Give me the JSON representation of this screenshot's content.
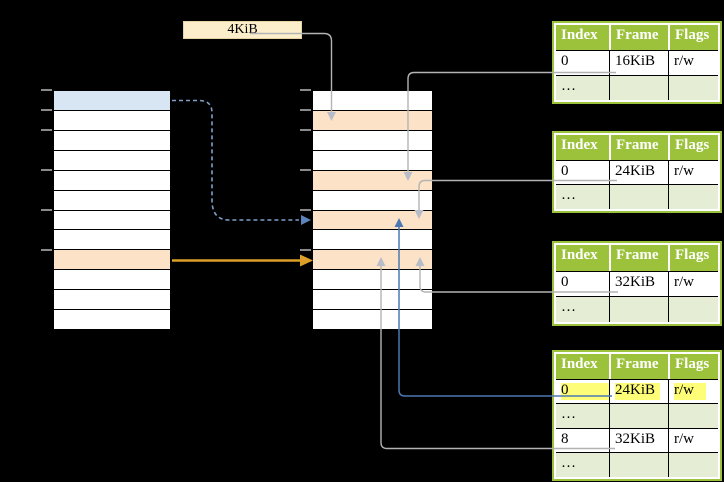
{
  "diagram": {
    "frame_size_label": "4KiB",
    "colors": {
      "background": "#000000",
      "virtual_page_blue": "#d8e5f3",
      "page_table_frame_orange": "#fce3c7",
      "frame_label_cream": "#fdeecb",
      "table_header_green": "#9cc23c",
      "table_ellipsis_row_green": "#e5eed5",
      "highlight_yellow": "#fdfd78",
      "connector_gray": "#b3b3b3",
      "connector_blue": "#4d79b3",
      "connector_dashed_blue": "#7f9fca",
      "connector_orange": "#dd9f27"
    },
    "virtual_memory": {
      "rows": [
        {
          "fill": "blue"
        },
        {
          "fill": "white"
        },
        {
          "fill": "white"
        },
        {
          "fill": "white"
        },
        {
          "fill": "white"
        },
        {
          "fill": "white"
        },
        {
          "fill": "white"
        },
        {
          "fill": "white"
        },
        {
          "fill": "orange"
        },
        {
          "fill": "white"
        },
        {
          "fill": "white"
        },
        {
          "fill": "white"
        }
      ],
      "tick_rows": [
        0,
        1,
        2,
        4,
        6,
        8
      ]
    },
    "physical_memory": {
      "rows": [
        {
          "fill": "white"
        },
        {
          "fill": "orange"
        },
        {
          "fill": "white"
        },
        {
          "fill": "white"
        },
        {
          "fill": "orange"
        },
        {
          "fill": "white"
        },
        {
          "fill": "orange"
        },
        {
          "fill": "white"
        },
        {
          "fill": "orange"
        },
        {
          "fill": "white"
        },
        {
          "fill": "white"
        },
        {
          "fill": "white"
        }
      ],
      "tick_rows": [
        0,
        1,
        2,
        4,
        6,
        8
      ]
    },
    "page_tables": [
      {
        "headers": [
          "Index",
          "Frame",
          "Flags"
        ],
        "rows": [
          {
            "type": "data",
            "cells": [
              "0",
              "16KiB",
              "r/w"
            ]
          },
          {
            "type": "ellipsis",
            "cells": [
              "…",
              "",
              ""
            ]
          }
        ]
      },
      {
        "headers": [
          "Index",
          "Frame",
          "Flags"
        ],
        "rows": [
          {
            "type": "data",
            "cells": [
              "0",
              "24KiB",
              "r/w"
            ]
          },
          {
            "type": "ellipsis",
            "cells": [
              "…",
              "",
              ""
            ]
          }
        ]
      },
      {
        "headers": [
          "Index",
          "Frame",
          "Flags"
        ],
        "rows": [
          {
            "type": "data",
            "cells": [
              "0",
              "32KiB",
              "r/w"
            ]
          },
          {
            "type": "ellipsis",
            "cells": [
              "…",
              "",
              ""
            ]
          }
        ]
      },
      {
        "headers": [
          "Index",
          "Frame",
          "Flags"
        ],
        "rows": [
          {
            "type": "data",
            "cells": [
              "0",
              "24KiB",
              "r/w"
            ],
            "highlight": true
          },
          {
            "type": "ellipsis",
            "cells": [
              "…",
              "",
              ""
            ]
          },
          {
            "type": "data",
            "cells": [
              "8",
              "32KiB",
              "r/w"
            ]
          },
          {
            "type": "ellipsis",
            "cells": [
              "…",
              "",
              ""
            ]
          }
        ]
      }
    ],
    "arrows": [
      {
        "from": "frame-size-label",
        "to": "physical-frame-4KiB",
        "style": "gray"
      },
      {
        "from": "page-table-1-entry-0",
        "to": "physical-frame-16KiB",
        "style": "gray"
      },
      {
        "from": "page-table-2-entry-0",
        "to": "physical-frame-24KiB",
        "style": "gray"
      },
      {
        "from": "page-table-3-entry-0",
        "to": "physical-frame-32KiB",
        "style": "gray"
      },
      {
        "from": "page-table-4-entry-0",
        "to": "physical-frame-24KiB",
        "style": "blue"
      },
      {
        "from": "page-table-4-entry-8",
        "to": "physical-frame-32KiB",
        "style": "gray"
      },
      {
        "from": "virtual-page-blue",
        "to": "physical-frame-24KiB",
        "style": "blue-dashed"
      },
      {
        "from": "virtual-page-orange",
        "to": "physical-frame-32KiB",
        "style": "orange"
      }
    ]
  }
}
